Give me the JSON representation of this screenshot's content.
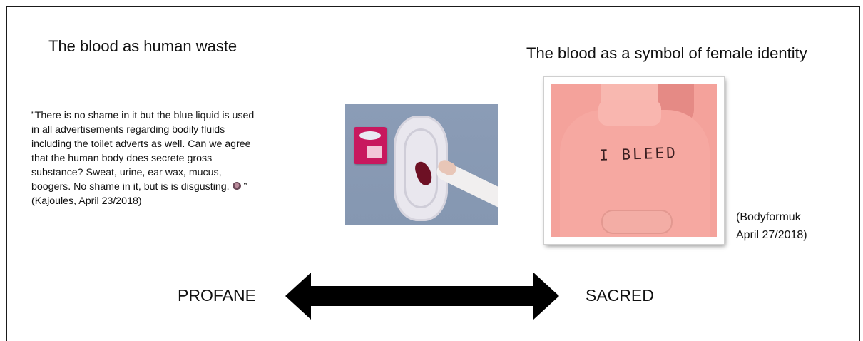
{
  "left_heading": "The blood as human waste",
  "right_heading": "The blood as a symbol of female identity",
  "quote": {
    "lines": [
      "”There is no shame in it but the blue liquid is used",
      "in all advertisements regarding bodily fluids",
      "including the toilet adverts as well. Can we agree",
      "that the human body does secrete gross",
      "substance? Sweat, urine, ear wax, mucus,",
      "boogers. No shame in it, but is is disgusting.",
      "(Kajoules, April 23/2018)"
    ],
    "line6_suffix": " ”",
    "emoji": "woman-shrugging-icon"
  },
  "sweater_text": "I BLEED",
  "credit": {
    "line1": "(Bodyformuk",
    "line2": "April 27/2018)"
  },
  "scale": {
    "left_label": "PROFANE",
    "right_label": "SACRED"
  },
  "colors": {
    "pad_background": "#8b9cb6",
    "package": "#c8185e",
    "stain": "#6d1024",
    "tint": "#f4a29b",
    "arrow": "#000000"
  }
}
